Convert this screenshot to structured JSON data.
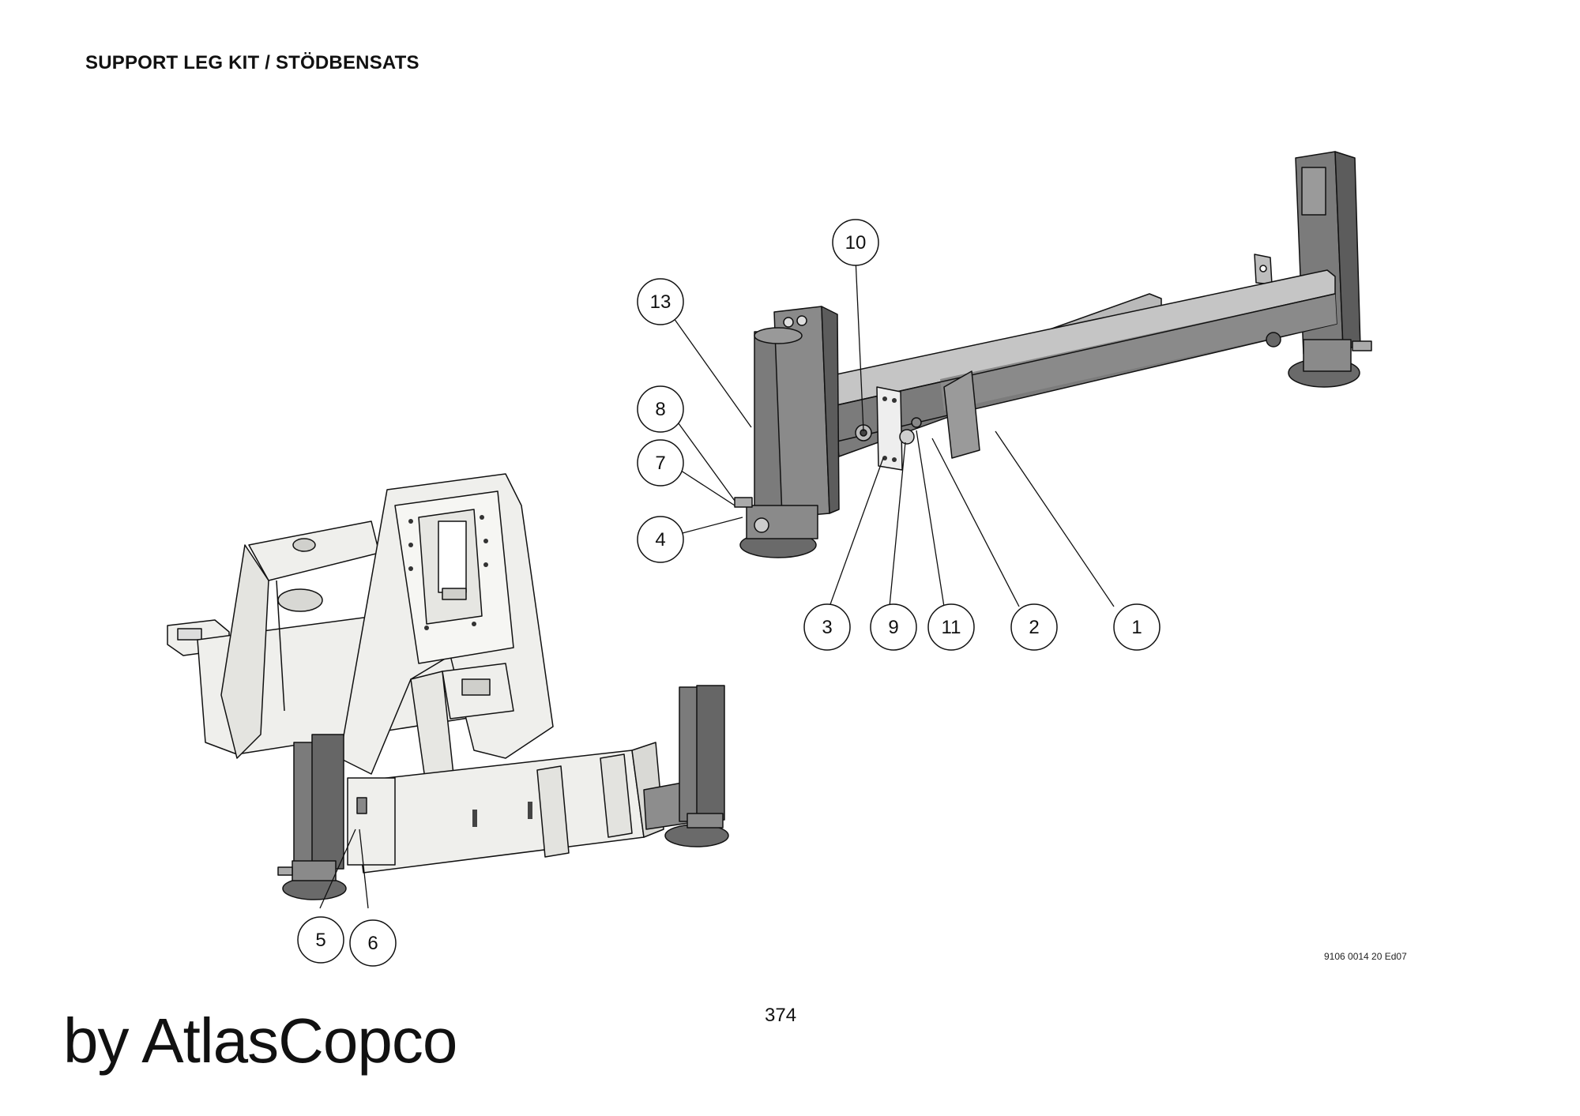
{
  "title": "SUPPORT LEG KIT / STÖDBENSATS",
  "page_number": "374",
  "drawing_code": "9106 0014 20 Ed07",
  "brand_text": "by AtlasCopco",
  "colors": {
    "part_fill": "#7b7b7b",
    "part_dark": "#5c5c5c",
    "part_light": "#b5b5b5",
    "frame_fill": "#efefec",
    "line": "#111111"
  },
  "callouts": {
    "c1": "1",
    "c2": "2",
    "c3": "3",
    "c4": "4",
    "c5": "5",
    "c6": "6",
    "c7": "7",
    "c8": "8",
    "c9": "9",
    "c10": "10",
    "c11": "11",
    "c13": "13"
  }
}
